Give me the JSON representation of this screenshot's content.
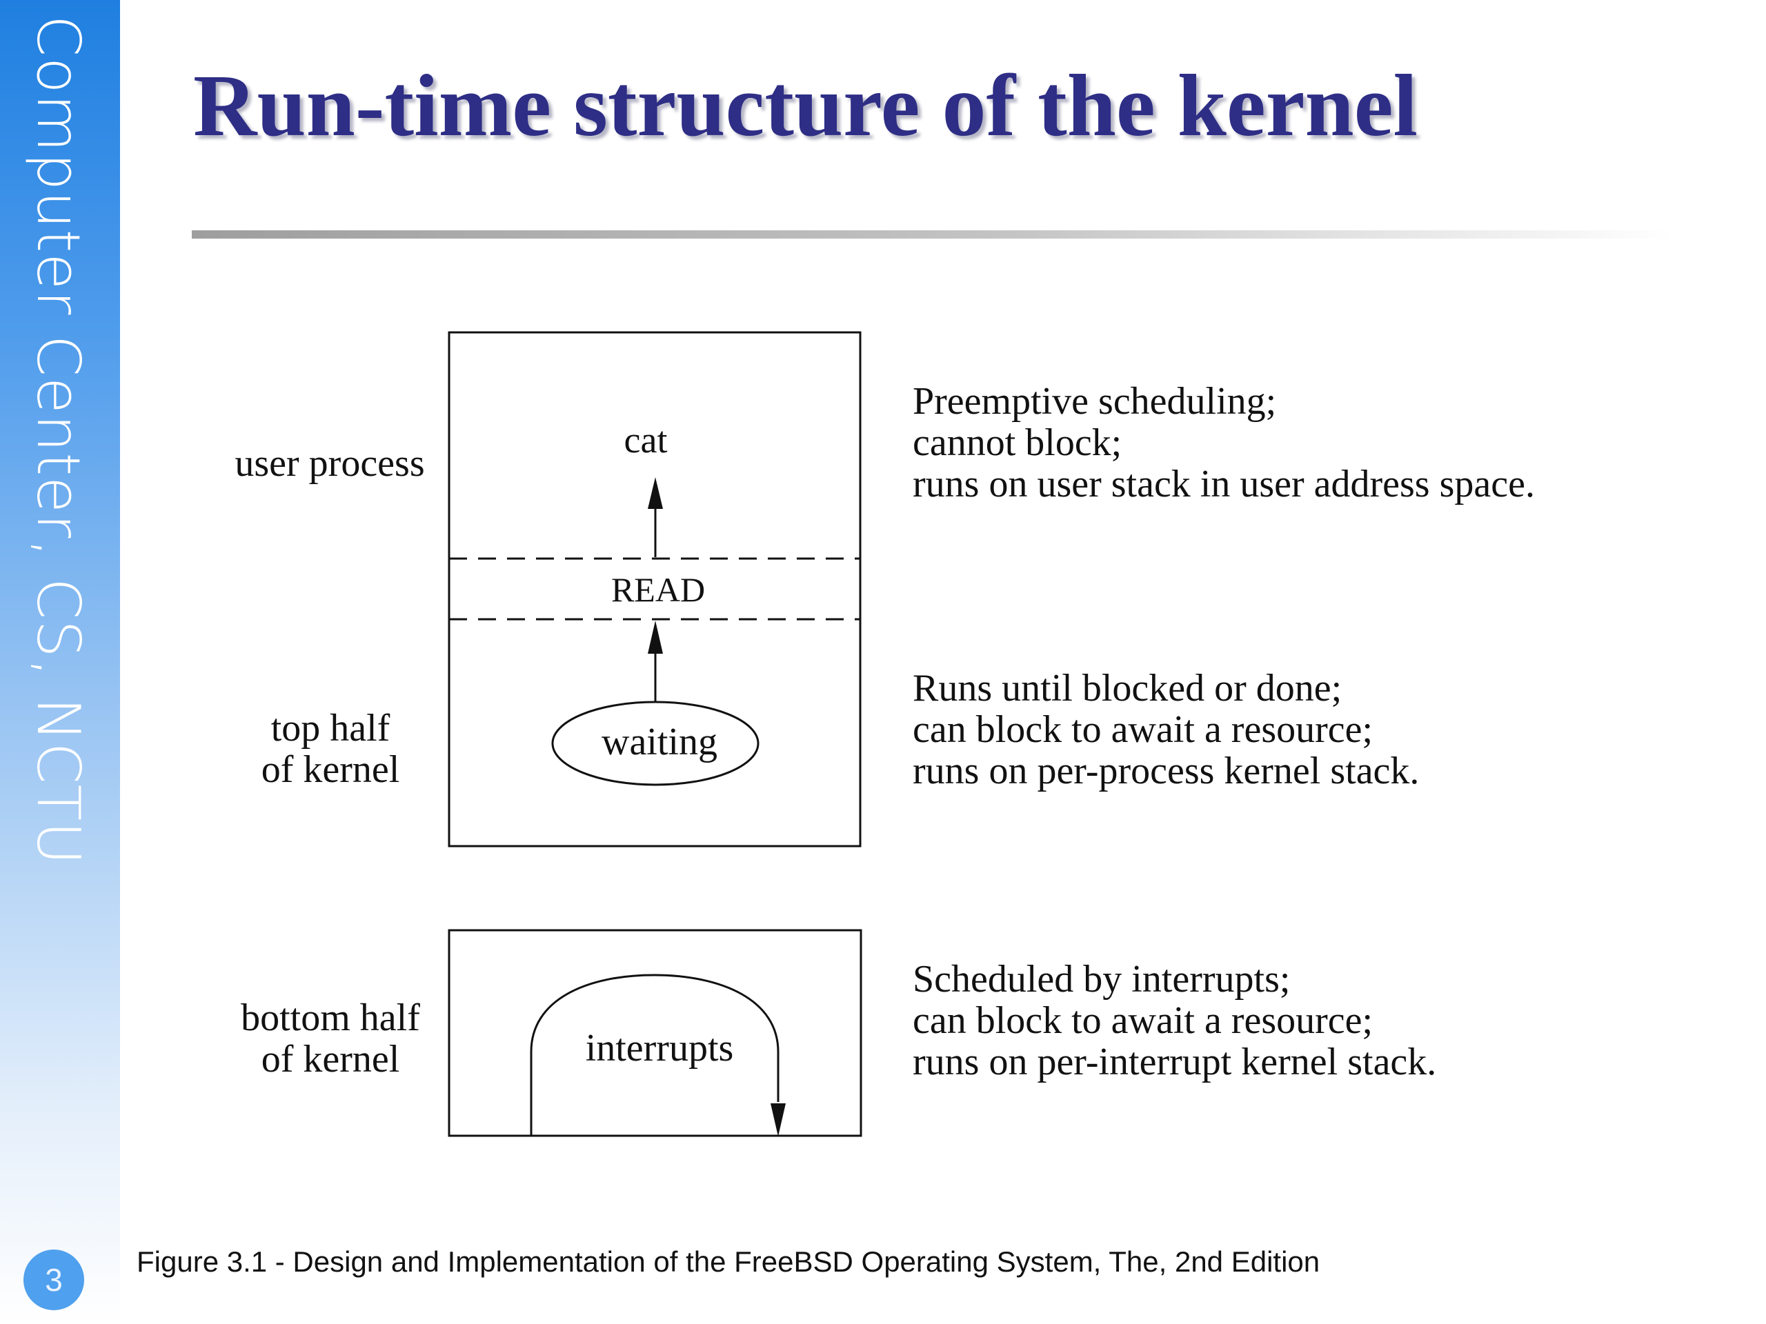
{
  "sidebar": {
    "vertical_text": "Computer Center, CS, NCTU",
    "page_number": "3"
  },
  "title": "Run-time structure of the kernel",
  "colors": {
    "title": "#2e2e86",
    "sidebar_top": "#1f7fe0",
    "badge": "#4fa0ee"
  },
  "diagram": {
    "rows": {
      "user": {
        "label": "user process",
        "description": [
          "Preemptive scheduling;",
          "cannot block;",
          "runs on user stack in user address space."
        ]
      },
      "top": {
        "label": [
          "top half",
          "of kernel"
        ],
        "description": [
          "Runs until blocked or done;",
          "can block to await a resource;",
          "runs on per-process kernel stack."
        ]
      },
      "bottom": {
        "label": [
          "bottom half",
          "of kernel"
        ],
        "description": [
          "Scheduled by interrupts;",
          "can block to await a resource;",
          "runs on per-interrupt kernel stack."
        ]
      }
    },
    "nodes": {
      "cat": "cat",
      "read": "READ",
      "waiting": "waiting",
      "interrupts": "interrupts"
    }
  },
  "caption": "Figure 3.1 - Design and Implementation of the FreeBSD Operating System, The, 2nd Edition"
}
